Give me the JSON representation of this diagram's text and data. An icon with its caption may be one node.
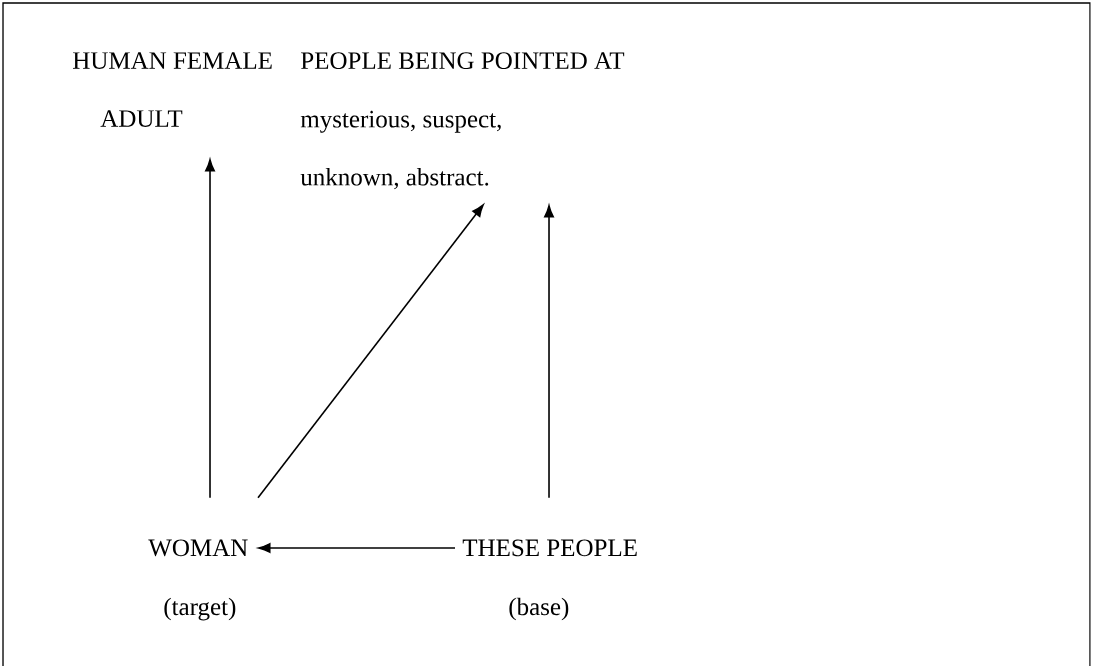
{
  "diagram": {
    "nodes": [
      {
        "text": [
          "HUMAN FEMALE",
          "ADULT"
        ]
      },
      {
        "text": [
          "PEOPLE BEING POINTED AT",
          "mysterious, suspect, unknown, abstract."
        ]
      },
      {
        "text": [
          "WOMAN"
        ],
        "beside": [
          "(target)"
        ]
      },
      {
        "text": [
          "THESE PEOPLE"
        ],
        "beside": [
          "(base)"
        ]
      }
    ],
    "edges": [
      {
        "from": 2,
        "to": 0,
        "arrow": "to"
      },
      {
        "from": 2,
        "to": 1,
        "arrow": "to"
      },
      {
        "from": 3,
        "to": 1,
        "arrow": "to"
      },
      {
        "from": 3,
        "to": 2,
        "arrow": "to"
      }
    ]
  }
}
